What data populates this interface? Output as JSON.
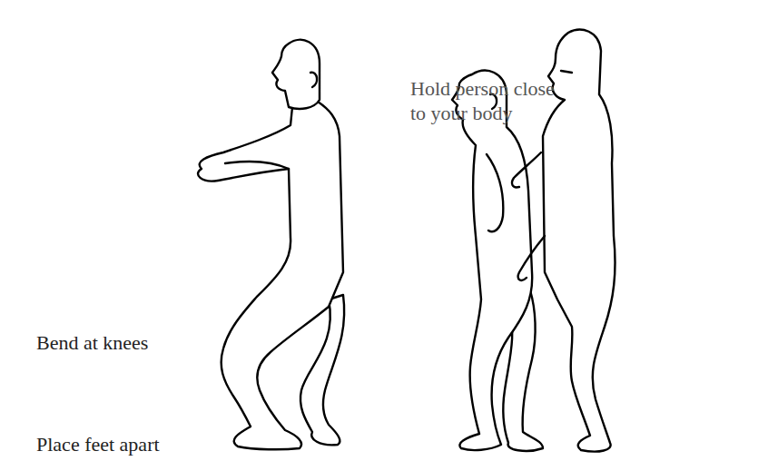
{
  "diagram": {
    "labels": [
      "Hold person close to your body",
      "Bend at knees",
      "Place feet apart"
    ]
  }
}
